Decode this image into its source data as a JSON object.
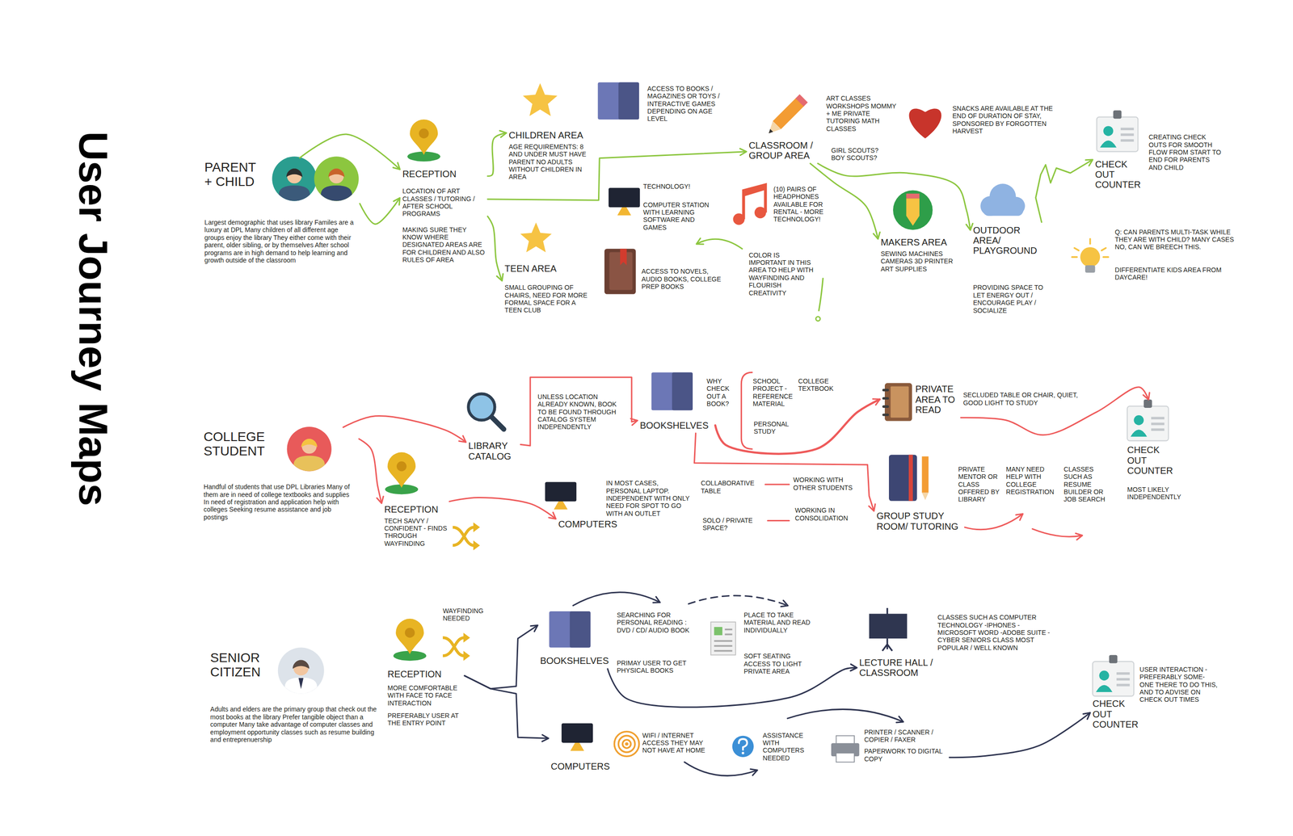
{
  "diagram": {
    "title": "User Journey Maps",
    "nodes": [
      {
        "text": [
          "PARENT + CHILD",
          "Largest demographic that uses library Familes are a luxury at DPL Many children of all different age groups enjoy the library They either come with their parent, older sibling, or by themselves After school programs are in high demand to help learning and growth outside of the classroom"
        ]
      },
      {
        "text": [
          "RECEPTION",
          "LOCATION OF ART CLASSES / TUTORING / AFTER SCHOOL PROGRAMS",
          "MAKING SURE THEY KNOW WHERE DESIGNATED AREAS ARE FOR CHILDREN AND ALSO RULES OF AREA"
        ]
      },
      {
        "text": [
          "CHILDREN AREA",
          "AGE REQUIREMENTS: 8 AND UNDER MUST HAVE PARENT NO ADULTS WITHOUT CHILDREN IN AREA"
        ]
      },
      {
        "text": [
          "TEEN AREA",
          "SMALL GROUPING OF CHAIRS, NEED FOR MORE FORMAL SPACE FOR A TEEN CLUB"
        ]
      },
      {
        "text": [
          "CLASSROOM / GROUP AREA"
        ]
      },
      {
        "text": [
          "MAKERS AREA",
          "SEWING MACHINES CAMERAS 3D PRINTER ART SUPPLIES"
        ]
      },
      {
        "text": [
          "OUTDOOR AREA/ PLAYGROUND",
          "PROVIDING SPACE TO LET ENERGY OUT / ENCOURAGE PLAY / SOCIALIZE"
        ]
      },
      {
        "text": [
          "CHECK OUT COUNTER"
        ]
      },
      {
        "text": [
          "COLLEGE STUDENT",
          "Handful of students that use DPL Libraries Many of them are in need of college textbooks and supplies In need of registration and application help with colleges Seeking resume assistance and job postings"
        ]
      },
      {
        "text": [
          "RECEPTION",
          "TECH SAVVY / CONFIDENT - FINDS THROUGH WAYFINDING"
        ]
      },
      {
        "text": [
          "LIBRARY CATALOG"
        ]
      },
      {
        "text": [
          "BOOKSHELVES"
        ]
      },
      {
        "text": [
          "PRIVATE AREA TO READ"
        ]
      },
      {
        "text": [
          "COMPUTERS"
        ]
      },
      {
        "text": [
          "GROUP STUDY ROOM/ TUTORING"
        ]
      },
      {
        "text": [
          "CHECK OUT COUNTER",
          "MOST LIKELY INDEPENDENTLY"
        ]
      },
      {
        "text": [
          "SENIOR CITIZEN",
          "Adults and elders are the primary group that check out the most books at the library Prefer tangible object than a computer Many take advantage of computer classes and employment opportunity classes such as resume building and entreprenuership"
        ]
      },
      {
        "text": [
          "RECEPTION",
          "MORE COMFORTABLE WITH FACE TO FACE INTERACTION",
          "PREFERABLY USER AT THE ENTRY POINT"
        ]
      },
      {
        "text": [
          "BOOKSHELVES"
        ]
      },
      {
        "text": [
          "COMPUTERS"
        ]
      },
      {
        "text": [
          "LECTURE HALL / CLASSROOM"
        ]
      },
      {
        "text": [
          "PRINTER / SCANNER / COPIER / FAXER",
          "PAPERWORK TO DIGITAL COPY"
        ]
      },
      {
        "text": [
          "CHECK OUT COUNTER"
        ]
      }
    ],
    "edges": [
      {
        "from": 0,
        "to": 1,
        "arrow": "to"
      },
      {
        "from": 0,
        "to": 1,
        "arrow": "to"
      },
      {
        "from": 1,
        "to": 2,
        "arrow": "to"
      },
      {
        "from": 1,
        "to": 3,
        "arrow": "to"
      },
      {
        "from": 1,
        "to": 4,
        "arrow": "to"
      },
      {
        "from": 4,
        "to": 5,
        "arrow": "to"
      },
      {
        "from": 4,
        "to": 6,
        "arrow": "to"
      },
      {
        "from": 6,
        "to": 7,
        "arrow": "to"
      },
      {
        "from": 8,
        "to": 10,
        "arrow": "to"
      },
      {
        "from": 8,
        "to": 9,
        "arrow": "to"
      },
      {
        "from": 10,
        "to": 11,
        "arrow": "to"
      },
      {
        "from": 11,
        "to": 12,
        "arrow": "to"
      },
      {
        "from": 11,
        "to": 14,
        "arrow": "to"
      },
      {
        "from": 9,
        "to": 13,
        "arrow": "to"
      },
      {
        "from": 12,
        "to": 15,
        "arrow": "to"
      },
      {
        "from": 17,
        "to": 18,
        "arrow": "to"
      },
      {
        "from": 17,
        "to": 19,
        "arrow": "to"
      },
      {
        "from": 18,
        "to": 20,
        "arrow": "to"
      },
      {
        "from": 21,
        "to": 22,
        "arrow": "to"
      }
    ],
    "labels": [
      "ACCESS TO BOOKS / MAGAZINES OR TOYS / INTERACTIVE GAMES DEPENDING ON AGE LEVEL",
      "TECHNOLOGY!",
      "COMPUTER STATION WITH LEARNING SOFTWARE AND GAMES",
      "(10) PAIRS OF HEADPHONES AVAILABLE FOR RENTAL - MORE TECHNOLOGY!",
      "ACCESS TO NOVELS, AUDIO BOOKS, COLLEGE PREP BOOKS",
      "COLOR IS IMPORTANT IN THIS AREA TO HELP WITH WAYFINDING AND FLOURISH CREATIVITY",
      "ART CLASSES WORKSHOPS MOMMY + ME PRIVATE TUTORING MATH CLASSES",
      "GIRL SCOUTS? BOY SCOUTS?",
      "SNACKS ARE AVAILABLE AT THE END OF DURATION OF STAY, SPONSORED BY FORGOTTEN HARVEST",
      "CREATING CHECK OUTS FOR SMOOTH FLOW FROM START TO END FOR PARENTS AND CHILD",
      "Q: CAN PARENTS MULTI-TASK WHILE THEY ARE WITH CHILD? MANY CASES NO, CAN WE BREECH THIS.",
      "DIFFERENTIATE KIDS AREA FROM DAYCARE!",
      "UNLESS LOCATION ALREADY KNOWN, BOOK TO BE FOUND THROUGH CATALOG SYSTEM INDEPENDENTLY",
      "WHY CHECK OUT A BOOK?",
      "SCHOOL PROJECT - REFERENCE MATERIAL",
      "COLLEGE TEXTBOOK",
      "PERSONAL STUDY",
      "SECLUDED TABLE OR CHAIR, QUIET, GOOD LIGHT TO STUDY",
      "IN MOST CASES, PERSONAL LAPTOP. INDEPENDENT WITH ONLY NEED FOR SPOT TO GO WITH AN OUTLET",
      "COLLABORATIVE TABLE",
      "WORKING WITH OTHER STUDENTS",
      "SOLO / PRIVATE SPACE?",
      "WORKING IN CONSOLIDATION",
      "PRIVATE MENTOR OR CLASS OFFERED BY LIBRARY",
      "MANY NEED HELP WITH COLLEGE REGISTRATION",
      "CLASSES SUCH AS RESUME BUILDER OR JOB SEARCH",
      "WAYFINDING NEEDED",
      "SEARCHING FOR PERSONAL READING : DVD / CD/ AUDIO BOOK",
      "PRIMAY USER TO GET PHYSICAL BOOKS",
      "PLACE TO TAKE MATERIAL AND READ INDIVIDUALLY",
      "SOFT SEATING ACCESS TO LIGHT PRIVATE AREA",
      "WIFI / INTERNET ACCESS THEY MAY NOT HAVE AT HOME",
      "ASSISTANCE WITH COMPUTERS NEEDED",
      "CLASSES SUCH AS COMPUTER TECHNOLOGY -IPHONES -MICROSOFT WORD -ADOBE SUITE -CYBER SENIORS CLASS MOST POPULAR / WELL KNOWN",
      "USER INTERACTION - PREFERABLY SOME-ONE THERE TO DO THIS, AND TO ADVISE ON CHECK OUT TIMES"
    ]
  }
}
